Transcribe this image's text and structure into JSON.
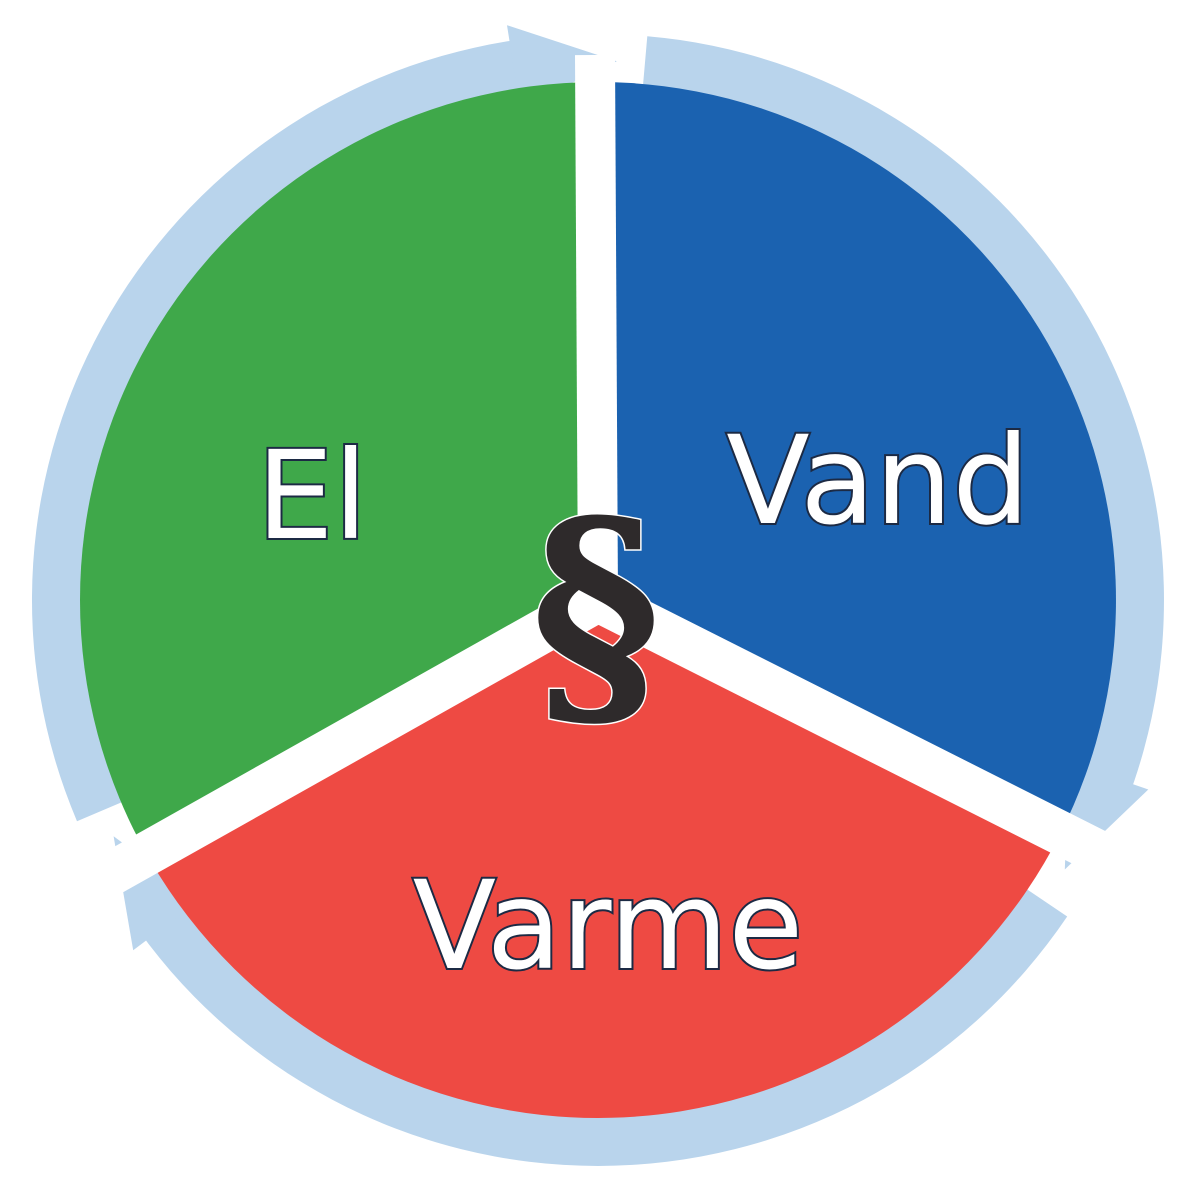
{
  "diagram": {
    "center_symbol": "§",
    "segments": [
      {
        "id": "el",
        "label": "El",
        "color": "#3fa84a"
      },
      {
        "id": "vand",
        "label": "Vand",
        "color": "#1b62b0"
      },
      {
        "id": "varme",
        "label": "Varme",
        "color": "#ee4a43"
      }
    ],
    "cycle_arrow_color": "#b9d4ec"
  }
}
